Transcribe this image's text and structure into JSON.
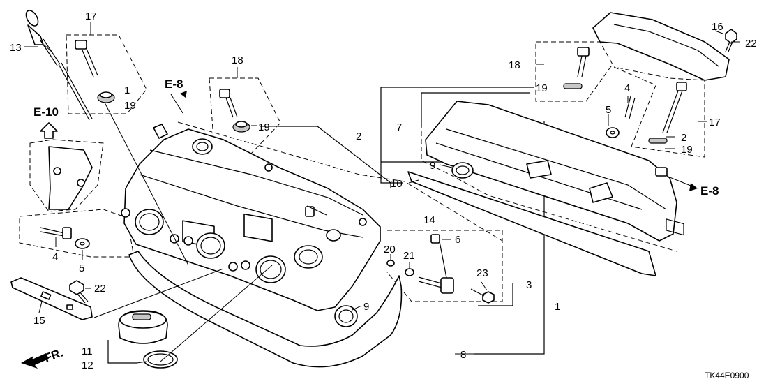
{
  "diagram": {
    "callouts": [
      {
        "id": "c1",
        "text": "1"
      },
      {
        "id": "c1b",
        "text": "1"
      },
      {
        "id": "c2",
        "text": "2"
      },
      {
        "id": "c2b",
        "text": "2"
      },
      {
        "id": "c3",
        "text": "3"
      },
      {
        "id": "c4",
        "text": "4"
      },
      {
        "id": "c4b",
        "text": "4"
      },
      {
        "id": "c5",
        "text": "5"
      },
      {
        "id": "c5b",
        "text": "5"
      },
      {
        "id": "c6",
        "text": "6"
      },
      {
        "id": "c7",
        "text": "7"
      },
      {
        "id": "c8",
        "text": "8"
      },
      {
        "id": "c9",
        "text": "9"
      },
      {
        "id": "c9b",
        "text": "9"
      },
      {
        "id": "c10",
        "text": "10"
      },
      {
        "id": "c11",
        "text": "11"
      },
      {
        "id": "c12",
        "text": "12"
      },
      {
        "id": "c13",
        "text": "13"
      },
      {
        "id": "c14",
        "text": "14"
      },
      {
        "id": "c15",
        "text": "15"
      },
      {
        "id": "c16",
        "text": "16"
      },
      {
        "id": "c17",
        "text": "17"
      },
      {
        "id": "c17b",
        "text": "17"
      },
      {
        "id": "c18",
        "text": "18"
      },
      {
        "id": "c18b",
        "text": "18"
      },
      {
        "id": "c19",
        "text": "19"
      },
      {
        "id": "c19b",
        "text": "19"
      },
      {
        "id": "c19c",
        "text": "19"
      },
      {
        "id": "c19d",
        "text": "19"
      },
      {
        "id": "c20",
        "text": "20"
      },
      {
        "id": "c21",
        "text": "21"
      },
      {
        "id": "c22",
        "text": "22"
      },
      {
        "id": "c22b",
        "text": "22"
      },
      {
        "id": "c23",
        "text": "23"
      }
    ],
    "references": {
      "e8_top": "E-8",
      "e8_right": "E-8",
      "e10": "E-10"
    },
    "front_label": "FR.",
    "diagram_code": "TK44E0900"
  }
}
